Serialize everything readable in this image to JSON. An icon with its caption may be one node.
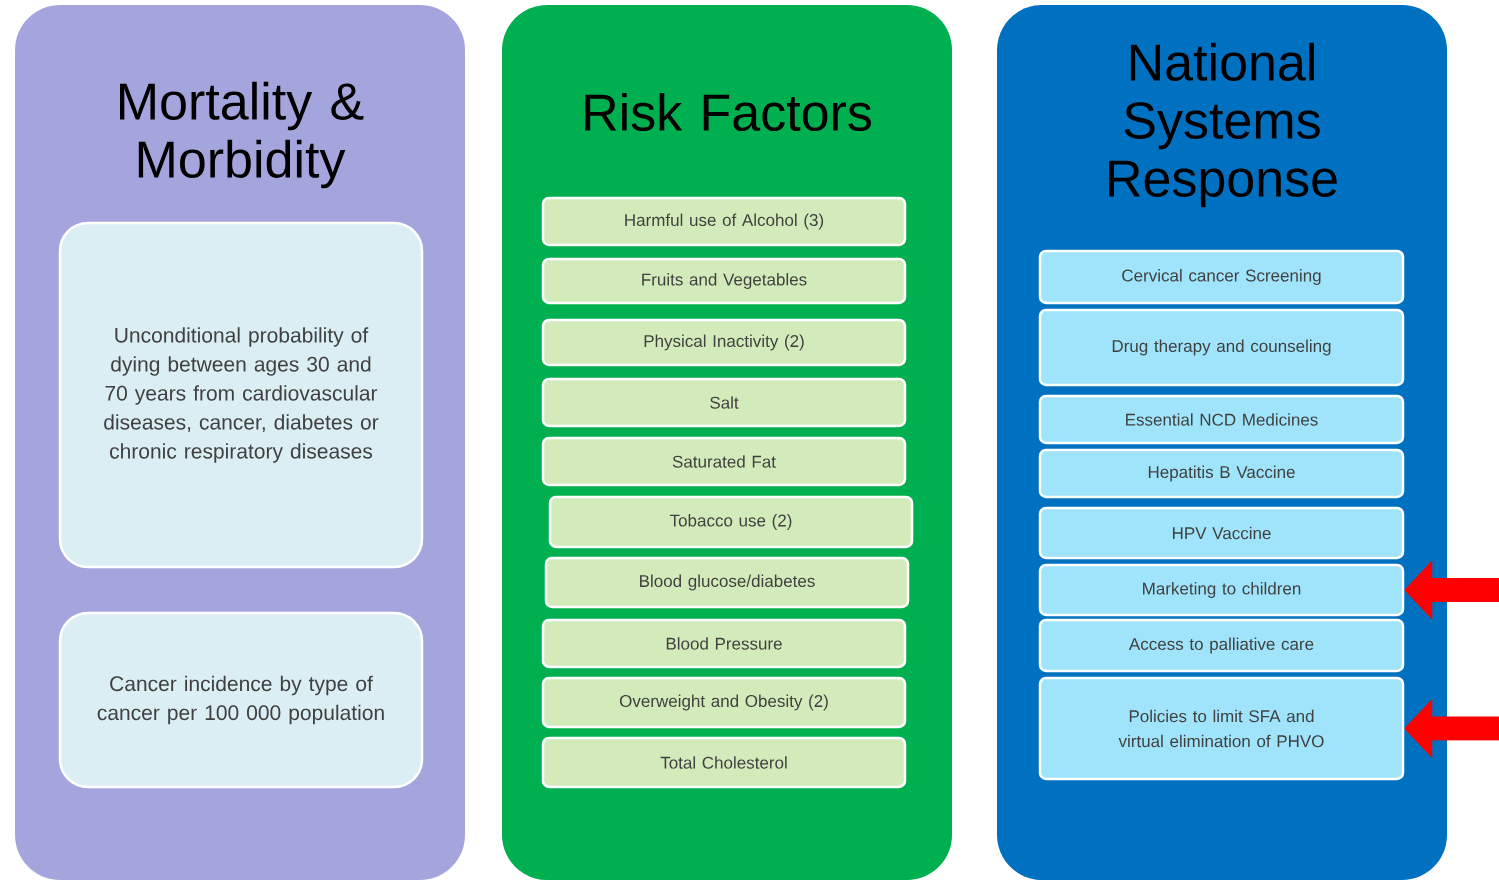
{
  "diagram": {
    "nodes": [
      {
        "text": [
          "Mortality & Morbidity"
        ]
      },
      {
        "text": [
          "Unconditional probability of dying between ages 30 and 70 years from cardiovascular diseases, cancer, diabetes or chronic respiratory diseases"
        ],
        "in": 0
      },
      {
        "text": [
          "Cancer incidence by type of cancer per 100 000 population"
        ],
        "in": 0
      },
      {
        "text": [
          "Risk Factors"
        ]
      },
      {
        "text": [
          "Harmful use of Alcohol (3)"
        ],
        "in": 3
      },
      {
        "text": [
          "Fruits and Vegetables"
        ],
        "in": 3
      },
      {
        "text": [
          "Physical Inactivity (2)"
        ],
        "in": 3
      },
      {
        "text": [
          "Salt"
        ],
        "in": 3
      },
      {
        "text": [
          "Saturated Fat"
        ],
        "in": 3
      },
      {
        "text": [
          "Tobacco use (2)"
        ],
        "in": 3
      },
      {
        "text": [
          "Blood glucose/diabetes"
        ],
        "in": 3
      },
      {
        "text": [
          "Blood Pressure"
        ],
        "in": 3
      },
      {
        "text": [
          "Overweight and Obesity (2)"
        ],
        "in": 3
      },
      {
        "text": [
          "Total Cholesterol"
        ],
        "in": 3
      },
      {
        "text": [
          "National Systems Response"
        ]
      },
      {
        "text": [
          "Cervical cancer Screening"
        ],
        "in": 14
      },
      {
        "text": [
          "Drug therapy and counseling"
        ],
        "in": 14
      },
      {
        "text": [
          "Essential NCD Medicines"
        ],
        "in": 14
      },
      {
        "text": [
          "Hepatitis B Vaccine"
        ],
        "in": 14
      },
      {
        "text": [
          "HPV Vaccine"
        ],
        "in": 14
      },
      {
        "text": [
          "Marketing to children"
        ],
        "in": 14
      },
      {
        "text": [
          "Access to palliative care"
        ],
        "in": 14
      },
      {
        "text": [
          "Policies to limit SFA and virtual elimination of PHVO"
        ],
        "in": 14
      }
    ],
    "edges": [
      {
        "from": null,
        "to": 20,
        "arrow": "to",
        "color": "#ff0000"
      },
      {
        "from": null,
        "to": 22,
        "arrow": "to",
        "color": "#ff0000"
      }
    ]
  }
}
